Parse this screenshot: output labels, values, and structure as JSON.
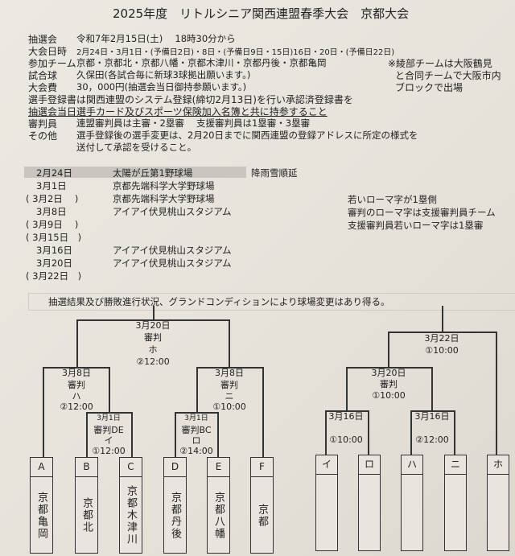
{
  "title": "2025年度　リトルシニア関西連盟春季大会　京都大会",
  "info": [
    {
      "label": "抽選会",
      "value": "令和7年2月15日(土)　 18時30分から"
    },
    {
      "label": "大会日時",
      "value": "2月24日・3月1日・(予備日2日)・8日・(予備日9日・15日)16日・20日・(予備日22日)"
    },
    {
      "label": "参加チーム",
      "value": "京都・京都北・京都八幡・京都木津川・京都丹後・京都亀岡"
    },
    {
      "label": "試合球",
      "value": "久保田(各試合毎に新球3球拠出願います。)"
    },
    {
      "label": "大会費",
      "value": "30，000円(抽選会当日御持参願います。)"
    }
  ],
  "registration_line1": "選手登録書は関西連盟のシステム登録(締切2月13日)を行い承認済登録書を",
  "registration_line2": "抽選会当日選手カード及びスポーツ保険加入名簿と共に持参すること",
  "umpire": {
    "label": "審判員",
    "value": "連盟審判員は主審・2塁審　 支援審判員は1塁審・3塁審"
  },
  "other": {
    "label": "その他",
    "value1": "選手登録後の選手変更は、2月20日までに関西連盟の登録アドレスに所定の様式を",
    "value2": "送付して承認を受けること。"
  },
  "ayabe_note": [
    "※綾部チームは大阪鶴見",
    "と合同チームで大阪市内",
    "ブロックで出場"
  ],
  "schedule": [
    {
      "date": "2月24日",
      "venue": "太陽が丘第1野球場",
      "note": "降雨雪順延"
    },
    {
      "date": "3月1日",
      "venue": "京都先端科学大学野球場"
    },
    {
      "date": "( 3月2日　 )",
      "venue": "京都先端科学大学野球場"
    },
    {
      "date": "3月8日",
      "venue": "アイアイ伏見桃山スタジアム"
    },
    {
      "date": "( 3月9日　 )",
      "venue": ""
    },
    {
      "date": "( 3月15日　)",
      "venue": ""
    },
    {
      "date": "3月16日",
      "venue": "アイアイ伏見桃山スタジアム"
    },
    {
      "date": "3月20日",
      "venue": "アイアイ伏見桃山スタジアム"
    },
    {
      "date": "( 3月22日　)",
      "venue": ""
    }
  ],
  "roman_notes": [
    "若いローマ字が1塁側",
    "審判のローマ字は支援審判員チーム",
    "支援審判員若いローマ字は1塁審"
  ],
  "notice": "抽選結果及び勝敗進行状況、グランドコンディションにより球場変更はあり得る。",
  "left_bracket": {
    "final": {
      "date": "3月20日",
      "ump": "審判",
      "ump_team": "ホ",
      "time": "②12:00"
    },
    "semi_left": {
      "date": "3月8日",
      "ump": "審判",
      "ump_team": "ハ",
      "time": "②12:00"
    },
    "semi_right": {
      "date": "3月8日",
      "ump": "審判",
      "ump_team": "ニ",
      "time": "①10:00"
    },
    "q_bc": {
      "date": "3月1日",
      "ump": "審判DE",
      "ump_team": "イ",
      "time": "①12:00"
    },
    "q_de": {
      "date": "3月1日",
      "ump": "審判BC",
      "ump_team": "ロ",
      "time": "②14:00"
    },
    "teams": [
      {
        "slot": "A",
        "name": "京都亀岡"
      },
      {
        "slot": "B",
        "name": "京都北"
      },
      {
        "slot": "C",
        "name": "京都木津川"
      },
      {
        "slot": "D",
        "name": "京都丹後"
      },
      {
        "slot": "E",
        "name": "京都八幡"
      },
      {
        "slot": "F",
        "name": "京都"
      }
    ]
  },
  "right_bracket": {
    "final": {
      "date": "3月22日",
      "time": "①10:00"
    },
    "semi": {
      "date": "3月20日",
      "ump": "審判",
      "time": "①10:00"
    },
    "q1": {
      "date": "3月16日",
      "time": "①10:00"
    },
    "q2": {
      "date": "3月16日",
      "time": "②12:00"
    },
    "slots": [
      "イ",
      "ロ",
      "ハ",
      "ニ",
      "ホ"
    ]
  }
}
